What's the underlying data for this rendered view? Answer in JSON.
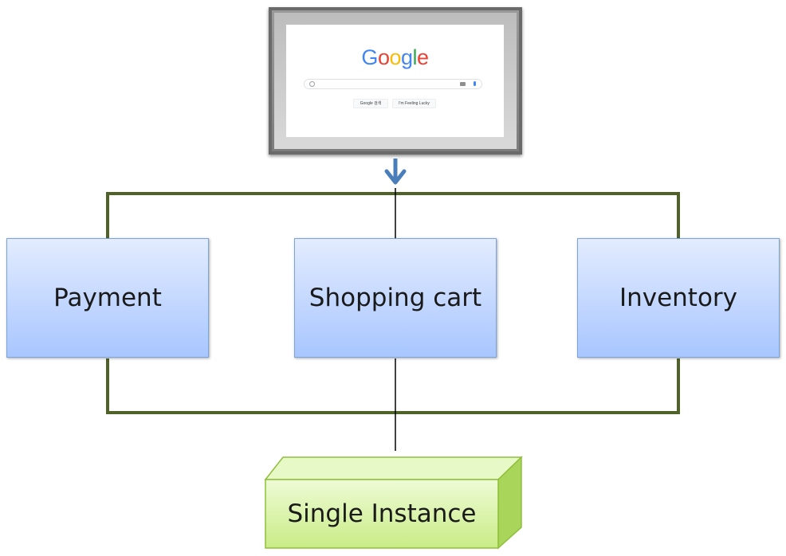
{
  "browser_screen": {
    "logo_letters": [
      {
        "char": "G",
        "color": "#4285F4"
      },
      {
        "char": "o",
        "color": "#EA4335"
      },
      {
        "char": "o",
        "color": "#FBBC05"
      },
      {
        "char": "g",
        "color": "#4285F4"
      },
      {
        "char": "l",
        "color": "#34A853"
      },
      {
        "char": "e",
        "color": "#EA4335"
      }
    ],
    "search_button_label": "Google 검색",
    "lucky_button_label": "I'm Feeling Lucky"
  },
  "nodes": {
    "payment": "Payment",
    "shopping_cart": "Shopping cart",
    "inventory": "Inventory",
    "single_instance": "Single Instance"
  },
  "colors": {
    "arrow": "#4a7ebb",
    "connector": "#4f6228",
    "box_top": "#e3ecff",
    "box_bottom": "#a8c6ff",
    "cube_front": "#d4f0a0"
  }
}
